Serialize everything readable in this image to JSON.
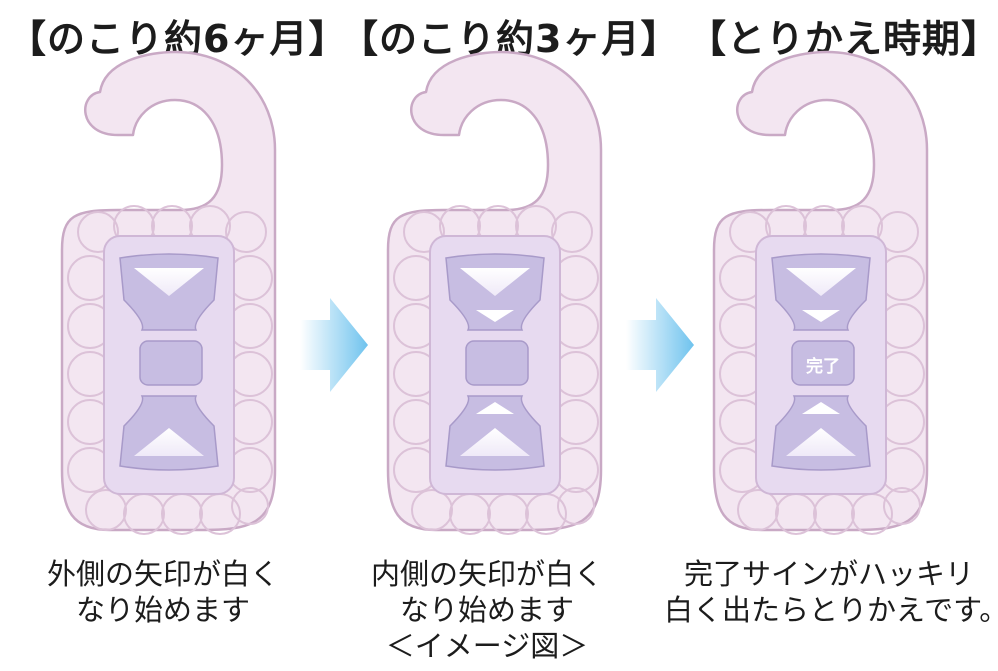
{
  "panels": [
    {
      "title": "【のこり約6ヶ月】",
      "caption_lines": [
        "外側の矢印が白く",
        "なり始めます"
      ]
    },
    {
      "title": "【のこり約3ヶ月】",
      "caption_lines": [
        "内側の矢印が白く",
        "なり始めます",
        "＜イメージ図＞"
      ]
    },
    {
      "title": "【とりかえ時期】",
      "caption_lines": [
        "完了サインがハッキリ",
        "白く出たらとりかえです。"
      ],
      "done_badge": "完了"
    }
  ],
  "colors": {
    "hanger_fill": "#f3e6f1",
    "hanger_stroke": "#c9a9c5",
    "window_fill": "#c7bde2",
    "window_frame": "#e7daf0",
    "arrow_blue": "#6fc3ee"
  }
}
